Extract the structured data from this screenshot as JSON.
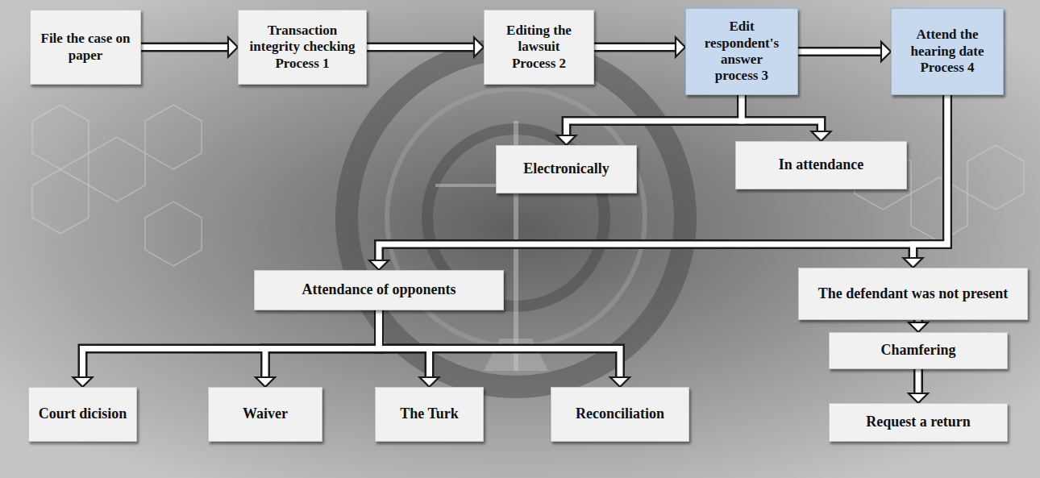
{
  "diagram": {
    "nodes": [
      {
        "text": [
          "File the case on paper"
        ]
      },
      {
        "text": [
          "Transaction integrity checking",
          "Process 1"
        ]
      },
      {
        "text": [
          "Editing the lawsuit",
          "Process 2"
        ]
      },
      {
        "text": [
          "Edit respondent's answer",
          "process 3"
        ]
      },
      {
        "text": [
          "Attend the hearing date",
          "Process 4"
        ]
      },
      {
        "text": [
          "Electronically"
        ]
      },
      {
        "text": [
          "In attendance"
        ]
      },
      {
        "text": [
          "Attendance of opponents"
        ]
      },
      {
        "text": [
          "The defendant was not present"
        ]
      },
      {
        "text": [
          "Court dicision"
        ]
      },
      {
        "text": [
          "Waiver"
        ]
      },
      {
        "text": [
          "The Turk"
        ]
      },
      {
        "text": [
          "Reconciliation"
        ]
      },
      {
        "text": [
          "Chamfering"
        ]
      },
      {
        "text": [
          "Request a return"
        ]
      }
    ],
    "edges": [
      {
        "from": 0,
        "to": 1,
        "arrow": "to"
      },
      {
        "from": 1,
        "to": 2,
        "arrow": "to"
      },
      {
        "from": 2,
        "to": 3,
        "arrow": "to"
      },
      {
        "from": 3,
        "to": 4,
        "arrow": "to"
      },
      {
        "from": 3,
        "to": 5,
        "arrow": "to"
      },
      {
        "from": 3,
        "to": 6,
        "arrow": "to"
      },
      {
        "from": 4,
        "to": 7,
        "arrow": "to"
      },
      {
        "from": 4,
        "to": 8,
        "arrow": "to"
      },
      {
        "from": 7,
        "to": 9,
        "arrow": "to"
      },
      {
        "from": 7,
        "to": 10,
        "arrow": "to"
      },
      {
        "from": 7,
        "to": 11,
        "arrow": "to"
      },
      {
        "from": 7,
        "to": 12,
        "arrow": "to"
      },
      {
        "from": 8,
        "to": 13,
        "arrow": "to"
      },
      {
        "from": 13,
        "to": 14,
        "arrow": "to"
      }
    ]
  }
}
